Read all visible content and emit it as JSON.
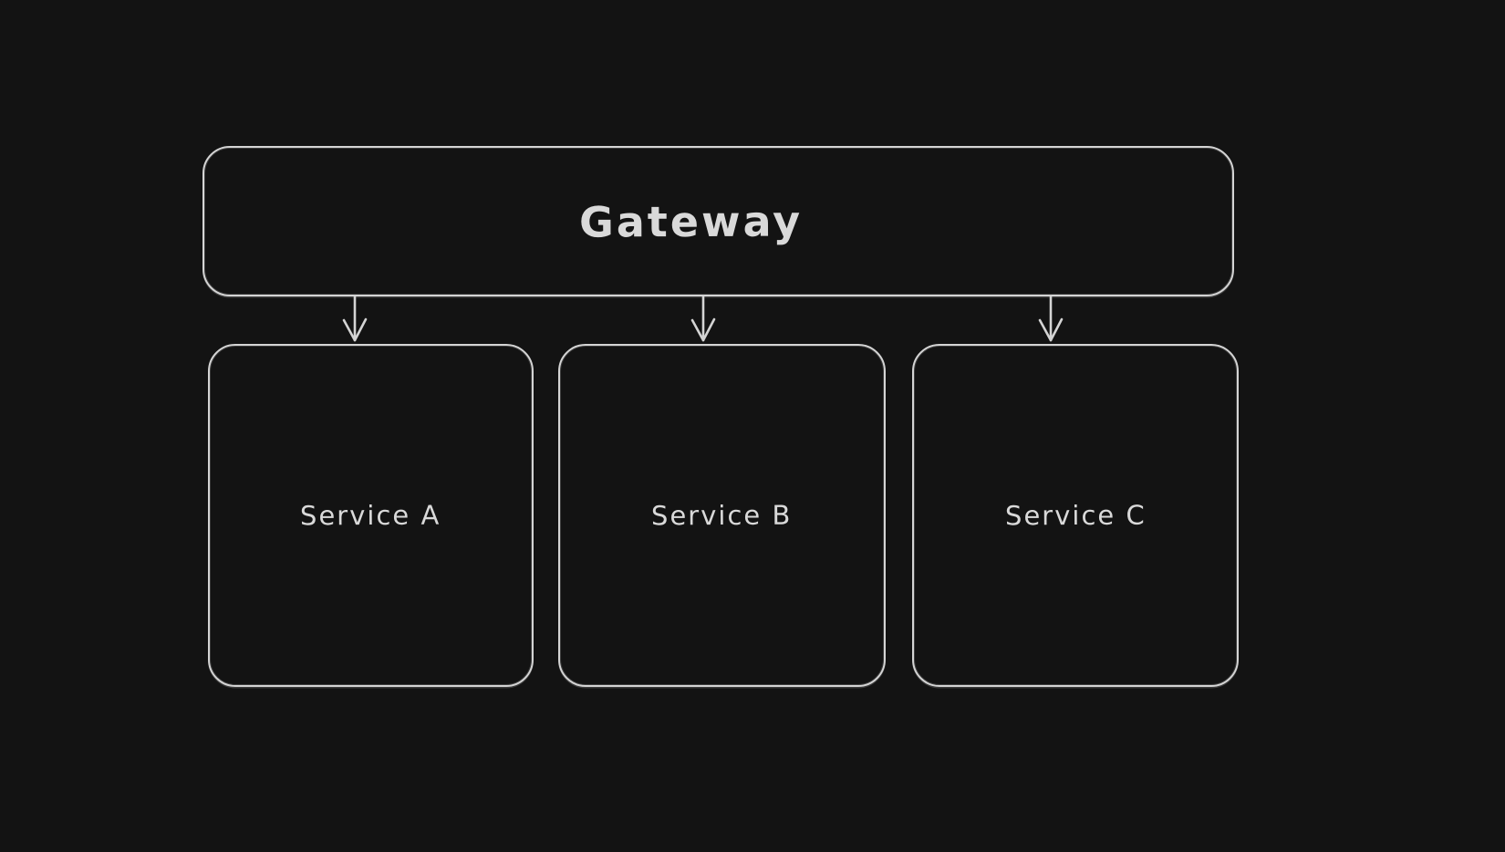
{
  "theme": {
    "canvas_bg": "#131313",
    "stroke": "#d4d4d4",
    "text": "#d9d9d9"
  },
  "diagram": {
    "gateway": {
      "label": "Gateway"
    },
    "services": [
      {
        "label": "Service A"
      },
      {
        "label": "Service B"
      },
      {
        "label": "Service C"
      }
    ],
    "connections": [
      {
        "from": "Gateway",
        "to": "Service A"
      },
      {
        "from": "Gateway",
        "to": "Service B"
      },
      {
        "from": "Gateway",
        "to": "Service C"
      }
    ]
  }
}
